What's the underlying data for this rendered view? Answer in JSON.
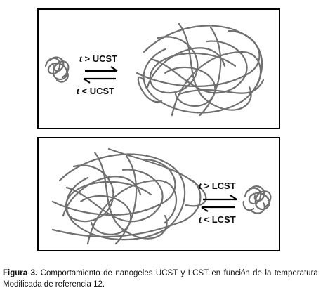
{
  "top_panel": {
    "upper_label": "> UCST",
    "lower_label": "< UCST",
    "variable": "t"
  },
  "bottom_panel": {
    "upper_label": "> LCST",
    "lower_label": "< LCST",
    "variable": "t"
  },
  "caption": {
    "figure_label": "Figura 3.",
    "text": "Comportamiento de nanogeles UCST y LCST en función de la temperatura. Modificada de referencia 12."
  },
  "colors": {
    "polymer_line": "#707070",
    "border": "#000000",
    "arrows": "#000000"
  }
}
